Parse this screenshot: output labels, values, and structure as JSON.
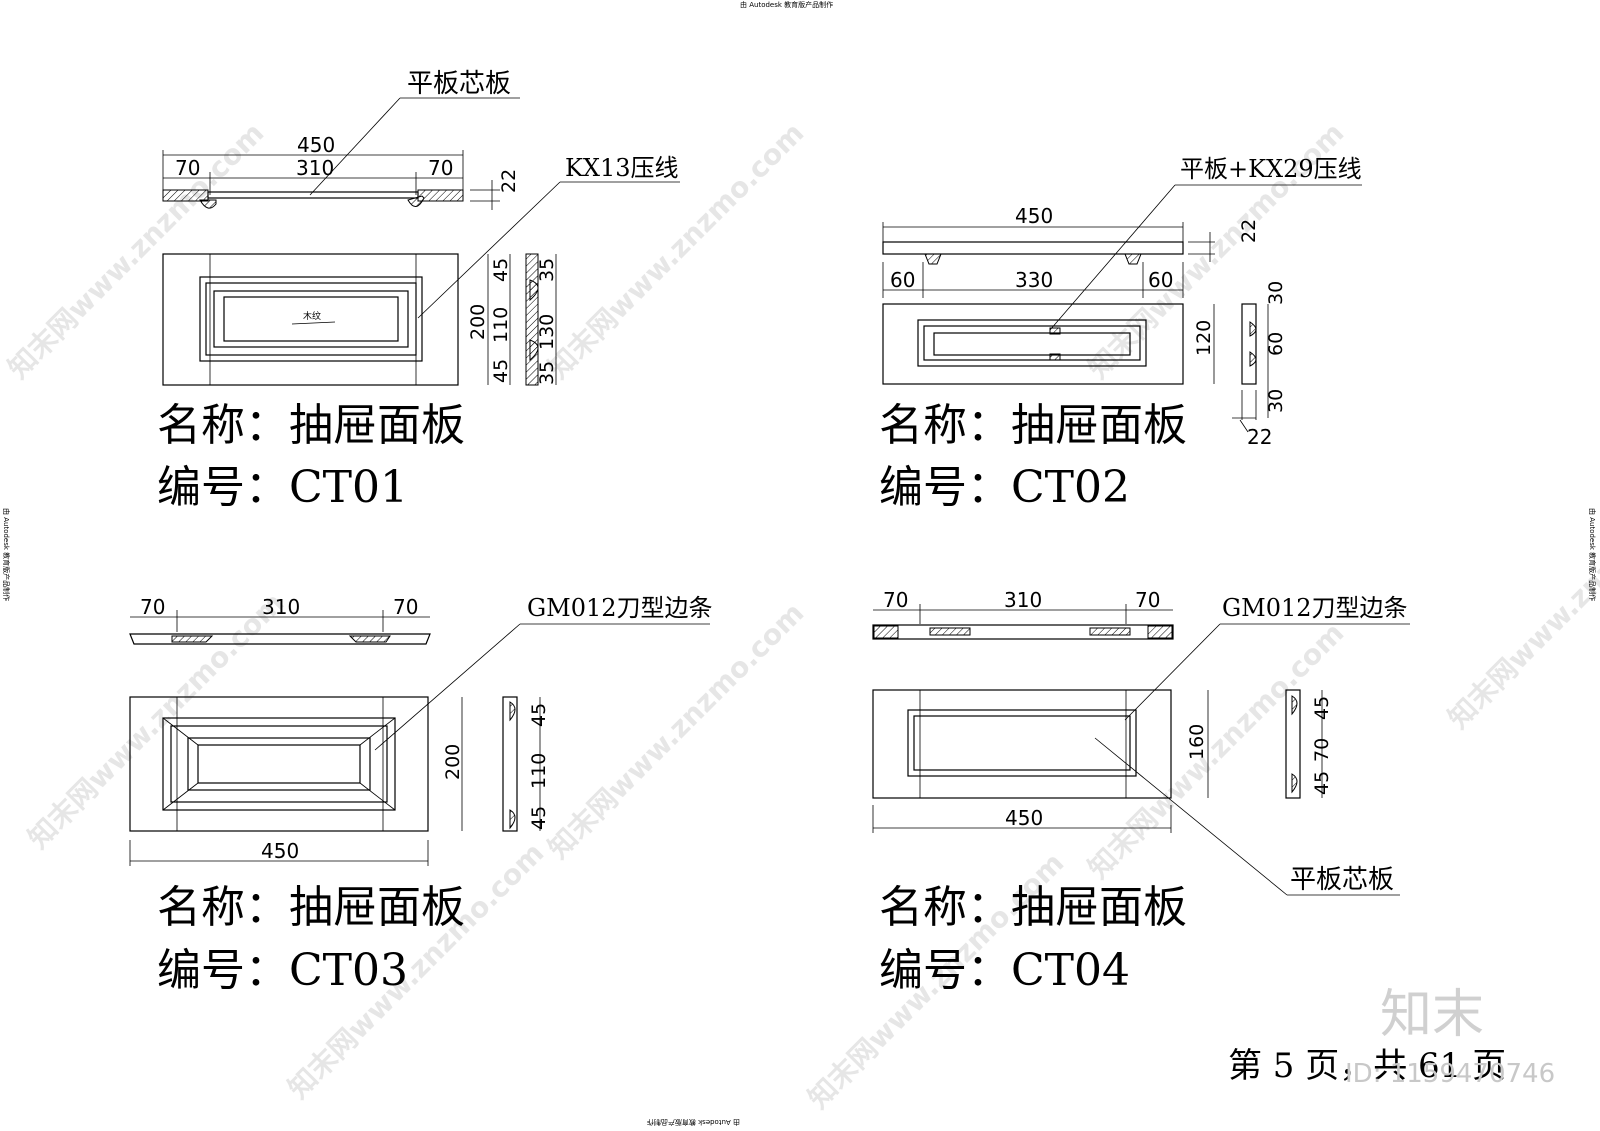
{
  "header": {
    "top_note": "由 Autodesk 教育版产品制作",
    "side_note": "由 Autodesk 教育版产品制作"
  },
  "panels": [
    {
      "name_label": "名称：抽屉面板",
      "code_label": "编号：CT01",
      "callouts": [
        "平板芯板",
        "KX13压线"
      ],
      "grain": "木纹",
      "dims": {
        "total": "450",
        "a": "70",
        "b": "310",
        "c": "70",
        "thick": "22",
        "height": "200",
        "v1": "45",
        "v2": "110",
        "v3": "45",
        "s1": "35",
        "s2": "130",
        "s3": "35"
      }
    },
    {
      "name_label": "名称：抽屉面板",
      "code_label": "编号：CT02",
      "callouts": [
        "平板+KX29压线"
      ],
      "dims": {
        "total": "450",
        "a": "60",
        "b": "330",
        "c": "60",
        "thick": "22",
        "height": "120",
        "s1": "30",
        "s2": "60",
        "s3": "30",
        "bottom": "22"
      }
    },
    {
      "name_label": "名称：抽屉面板",
      "code_label": "编号：CT03",
      "callouts": [
        "GM012刀型边条"
      ],
      "dims": {
        "total": "450",
        "a": "70",
        "b": "310",
        "c": "70",
        "height": "200",
        "v1": "45",
        "v2": "110",
        "v3": "45"
      }
    },
    {
      "name_label": "名称：抽屉面板",
      "code_label": "编号：CT04",
      "callouts": [
        "GM012刀型边条",
        "平板芯板"
      ],
      "dims": {
        "total": "450",
        "a": "70",
        "b": "310",
        "c": "70",
        "height": "160",
        "v1": "45",
        "v2": "70",
        "v3": "45"
      }
    }
  ],
  "footer": {
    "page_label": "第 5 页，共 61 页",
    "logo": "知末",
    "id_text": "ID: 1159470746"
  },
  "watermark": "知末网www.znzmo.com"
}
